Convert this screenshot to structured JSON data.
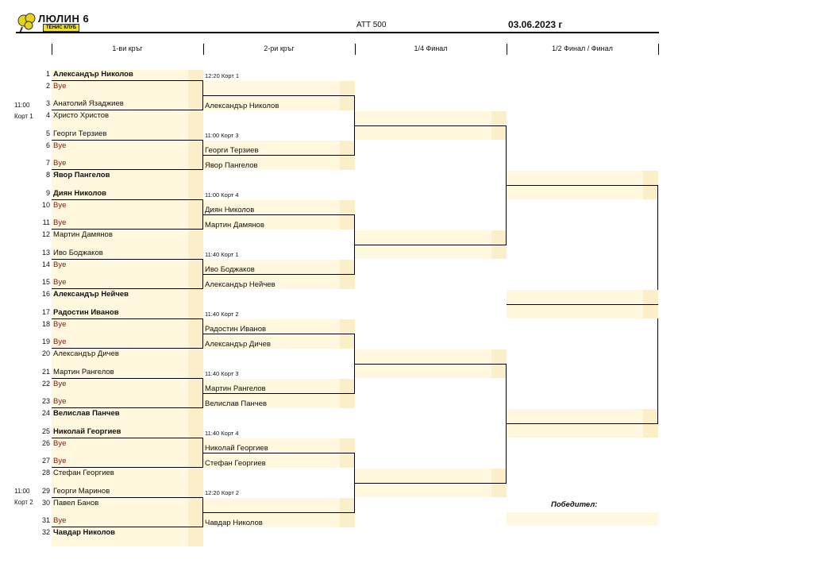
{
  "header": {
    "logo_title": "ЛЮЛИН 6",
    "logo_subtitle": "ТЕНИС КЛУБ",
    "event": "ATT 500",
    "date": "03.06.2023 г"
  },
  "round_headers": [
    "1-ви кръг",
    "2-ри кръг",
    "1/4 Финал",
    "1/2 Финал / Финал"
  ],
  "first_round": [
    {
      "seed": "1",
      "name": "Александър Николов"
    },
    {
      "seed": "2",
      "name": "Bye"
    },
    {
      "seed": "3",
      "name": "Анатолий Язаджиев"
    },
    {
      "seed": "4",
      "name": "Христо Христов"
    },
    {
      "seed": "5",
      "name": "Георги Терзиев"
    },
    {
      "seed": "6",
      "name": "Bye"
    },
    {
      "seed": "7",
      "name": "Bye"
    },
    {
      "seed": "8",
      "name": "Явор Пангелов"
    },
    {
      "seed": "9",
      "name": "Диян Николов"
    },
    {
      "seed": "10",
      "name": "Bye"
    },
    {
      "seed": "11",
      "name": "Bye"
    },
    {
      "seed": "12",
      "name": "Мартин Дамянов"
    },
    {
      "seed": "13",
      "name": "Иво Боджаков"
    },
    {
      "seed": "14",
      "name": "Bye"
    },
    {
      "seed": "15",
      "name": "Bye"
    },
    {
      "seed": "16",
      "name": "Александър Нейчев"
    },
    {
      "seed": "17",
      "name": "Радостин Иванов"
    },
    {
      "seed": "18",
      "name": "Bye"
    },
    {
      "seed": "19",
      "name": "Bye"
    },
    {
      "seed": "20",
      "name": "Александър Дичев"
    },
    {
      "seed": "21",
      "name": "Мартин Рангелов"
    },
    {
      "seed": "22",
      "name": "Bye"
    },
    {
      "seed": "23",
      "name": "Bye"
    },
    {
      "seed": "24",
      "name": "Велислав Панчев"
    },
    {
      "seed": "25",
      "name": "Николай Георгиев"
    },
    {
      "seed": "26",
      "name": "Bye"
    },
    {
      "seed": "27",
      "name": "Bye"
    },
    {
      "seed": "28",
      "name": "Стефан Георгиев"
    },
    {
      "seed": "29",
      "name": "Георги Маринов"
    },
    {
      "seed": "30",
      "name": "Павел Банов"
    },
    {
      "seed": "31",
      "name": "Bye"
    },
    {
      "seed": "32",
      "name": "Чавдар Николов"
    }
  ],
  "second_round": [
    {
      "time": "12:20  Корт 1",
      "top": "",
      "bottom": "Александър Николов"
    },
    {
      "time": "11:00  Корт 3",
      "top": "Георги Терзиев",
      "bottom": "Явор Пангелов"
    },
    {
      "time": "11:00  Корт 4",
      "top": "Диян Николов",
      "bottom": "Мартин Дамянов"
    },
    {
      "time": "11:40  Корт 1",
      "top": "Иво Боджаков",
      "bottom": "Александър Нейчев"
    },
    {
      "time": "11:40  Корт 2",
      "top": "Радостин Иванов",
      "bottom": "Александър Дичев"
    },
    {
      "time": "11:40  Корт 3",
      "top": "Мартин Рангелов",
      "bottom": "Велислав Панчев"
    },
    {
      "time": "11:40  Корт 4",
      "top": "Николай Георгиев",
      "bottom": "Стефан Георгиев"
    },
    {
      "time": "12:20  Корт 2",
      "top": "",
      "bottom": "Чавдар Николов"
    }
  ],
  "side_notes": [
    {
      "time": "11:00",
      "court": "Корт 1"
    },
    {
      "time": "11:00",
      "court": "Корт 2"
    }
  ],
  "winner_label": "Победител:"
}
